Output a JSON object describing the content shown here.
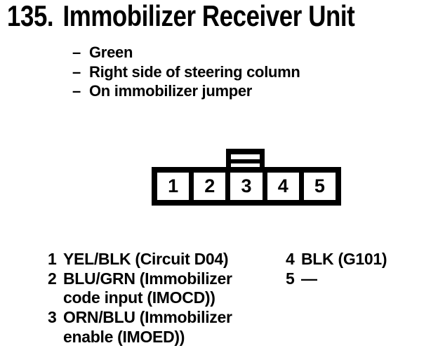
{
  "header": {
    "number": "135.",
    "title": "Immobilizer Receiver Unit"
  },
  "details_bullet": "–",
  "details": [
    "Green",
    "Right side of steering column",
    "On immobilizer jumper"
  ],
  "connector": {
    "pins": [
      "1",
      "2",
      "3",
      "4",
      "5"
    ]
  },
  "pinout": {
    "left": [
      {
        "num": "1",
        "lines": [
          "YEL/BLK (Circuit D04)"
        ]
      },
      {
        "num": "2",
        "lines": [
          "BLU/GRN (Immobilizer",
          "code input (IMOCD))"
        ]
      },
      {
        "num": "3",
        "lines": [
          "ORN/BLU (Immobilizer",
          "enable (IMOED))"
        ]
      }
    ],
    "right": [
      {
        "num": "4",
        "lines": [
          "BLK (G101)"
        ]
      },
      {
        "num": "5",
        "lines": [
          "—"
        ]
      }
    ]
  },
  "colors": {
    "ink": "#000000",
    "paper": "#ffffff"
  }
}
